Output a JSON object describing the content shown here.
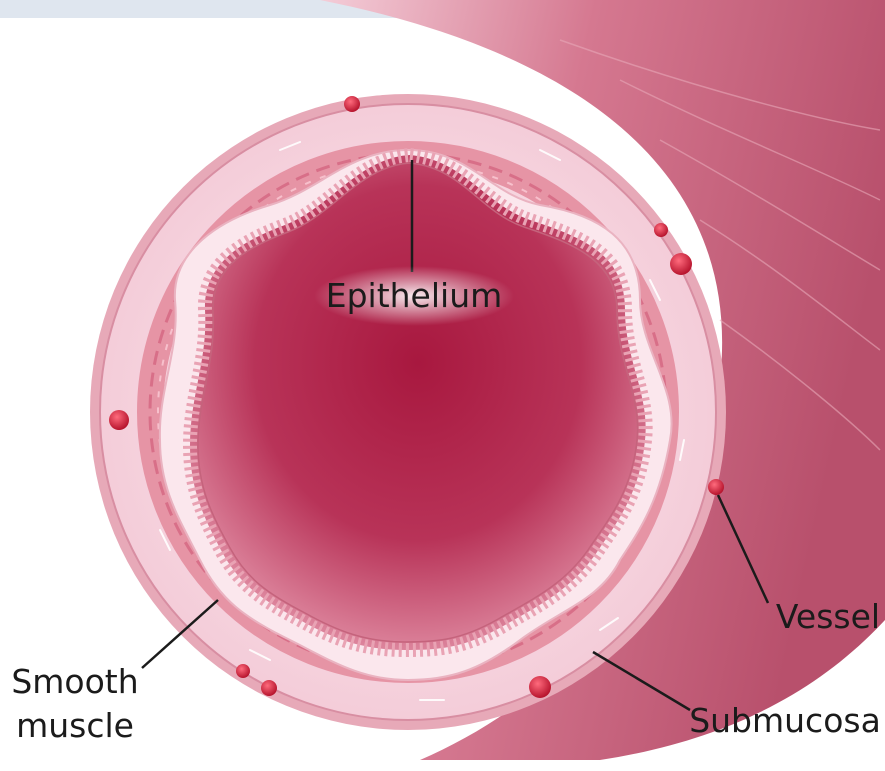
{
  "labels": {
    "epithelium": "Epithelium",
    "vessel": "Vessel",
    "smooth_muscle_line1": "Smooth",
    "smooth_muscle_line2": "muscle",
    "submucosa": "Submucosa"
  },
  "colors": {
    "lumen_dark": "#b2204a",
    "lumen_light": "#dc7f97",
    "wall_light": "#fbe9ef",
    "submucosa": "#f6d3de",
    "muscle": "#e89aa8",
    "tube_side": "#c9647e",
    "vessel_red": "#c8102e",
    "leader_line": "#1b1b1b"
  }
}
